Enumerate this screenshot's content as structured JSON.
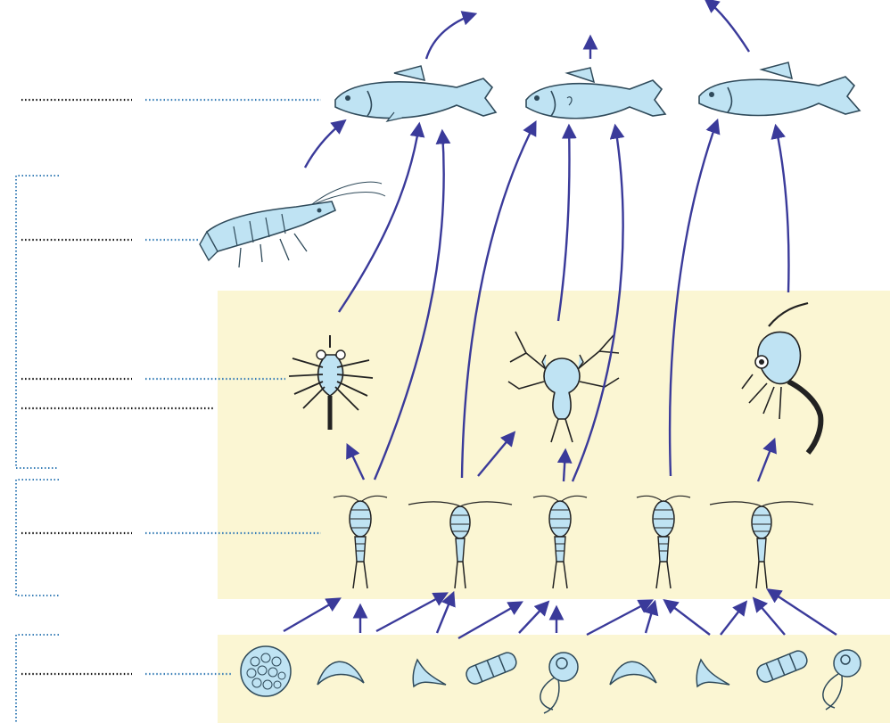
{
  "diagram": {
    "title": "",
    "colors": {
      "organism_fill": "#bfe3f3",
      "organism_stroke": "#2f4a5a",
      "arrow": "#3a3a9a",
      "zone_fill": "#fbf6d3",
      "label_dots": "#111111",
      "leader_dots": "#3a7fb7",
      "bracket": "#3a7fb7"
    },
    "zones": [
      {
        "id": "zooplankton-zone"
      },
      {
        "id": "phytoplankton-zone"
      }
    ],
    "label_blanks": [
      {
        "id": "fish-label"
      },
      {
        "id": "shrimp-label"
      },
      {
        "id": "larvae-label"
      },
      {
        "id": "larvae-label-2"
      },
      {
        "id": "copepod-label"
      },
      {
        "id": "phytoplankton-label"
      }
    ],
    "organisms": {
      "fish": [
        "fish-1",
        "fish-2",
        "fish-3"
      ],
      "shrimp": [
        "shrimp"
      ],
      "larvae": [
        "crab-larva",
        "branched-larva",
        "shrimp-larva"
      ],
      "copepods": [
        "copepod-1",
        "copepod-2",
        "copepod-3",
        "copepod-4",
        "copepod-5"
      ],
      "phytoplankton": [
        "phyto-round",
        "phyto-crescent",
        "phyto-triangle",
        "phyto-chain",
        "phyto-flagellate",
        "phyto-crescent-2",
        "phyto-triangle-2",
        "phyto-chain-2",
        "phyto-flagellate-2"
      ]
    },
    "icons": {
      "fish": "fish-icon",
      "shrimp": "shrimp-icon",
      "larva": "larva-icon",
      "copepod": "copepod-icon",
      "phytoplankton": "phytoplankton-icon",
      "arrow": "arrow-icon"
    }
  }
}
